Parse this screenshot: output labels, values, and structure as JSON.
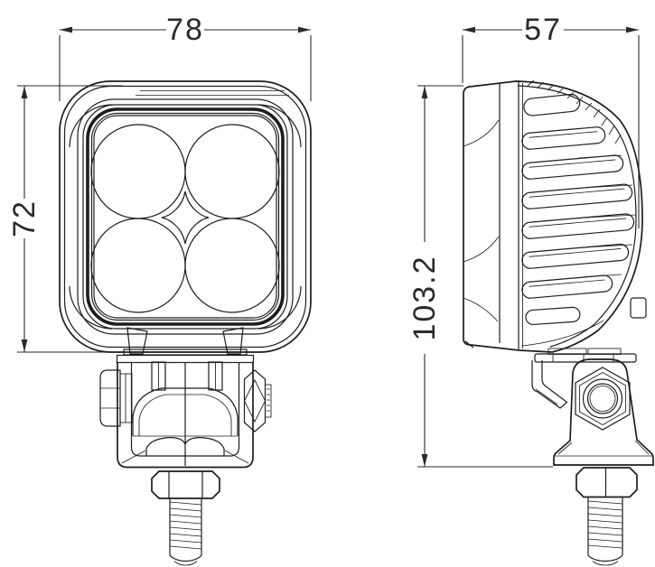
{
  "drawing": {
    "kind": "technical line drawing, LED work lamp, two orthographic views",
    "line_color": "#1d1d1d",
    "background": "#ffffff",
    "views": {
      "front": {
        "width_dim": "78",
        "height_dim": "72"
      },
      "side": {
        "depth_dim": "57",
        "height_dim": "103.2"
      }
    }
  }
}
